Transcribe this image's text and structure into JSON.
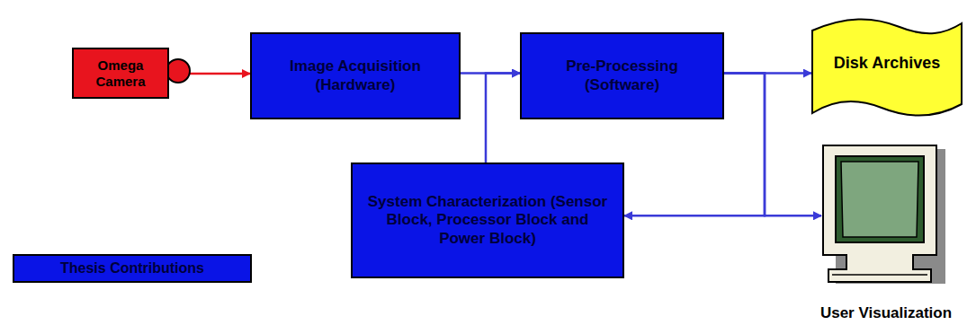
{
  "diagram": {
    "nodes": [
      {
        "text": [
          "Omega Camera"
        ]
      },
      {
        "text": [
          "Image Acquisition (Hardware)"
        ]
      },
      {
        "text": [
          "Pre-Processing (Software)"
        ]
      },
      {
        "text": [
          "Disk Archives"
        ]
      },
      {
        "text": [
          "System Characterization (Sensor Block, Processor Block and Power Block)"
        ]
      },
      {
        "text": [
          "User Visualization"
        ]
      }
    ],
    "edges": [
      {
        "from": 0,
        "to": 1,
        "arrow": "to"
      },
      {
        "from": 1,
        "to": 2,
        "arrow": "to"
      },
      {
        "from": 4,
        "to": 2,
        "arrow": "to"
      },
      {
        "from": 2,
        "to": 3,
        "arrow": "to"
      },
      {
        "from": 2,
        "to": 5,
        "arrow": "to"
      },
      {
        "from": 2,
        "to": 4,
        "arrow": "to"
      }
    ],
    "legend": [
      {
        "text": "Thesis Contributions",
        "color": "#0a14e6"
      }
    ]
  }
}
